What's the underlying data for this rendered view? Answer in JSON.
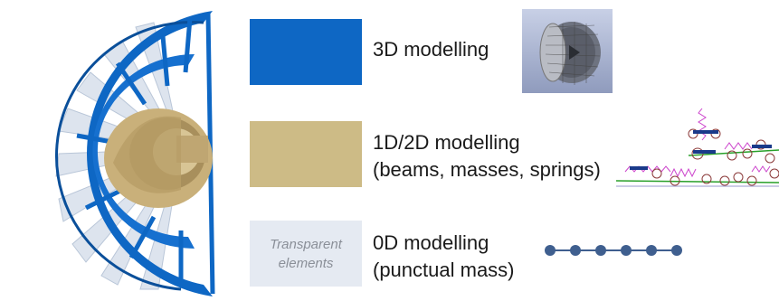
{
  "colors": {
    "modelling_3d": "#0e67c4",
    "modelling_1d2d": "#cdbb86",
    "modelling_0d": "#e5eaf2",
    "chain": "#3f5f8f"
  },
  "rows": [
    {
      "swatch_text": [],
      "label_lines": [
        "3D modelling"
      ]
    },
    {
      "swatch_text": [],
      "label_lines": [
        "1D/2D modelling",
        "(beams, masses, springs)"
      ]
    },
    {
      "swatch_text": [
        "Transparent",
        "elements"
      ],
      "label_lines": [
        "0D modelling",
        "(punctual mass)"
      ]
    }
  ],
  "chain_nodes": 6
}
